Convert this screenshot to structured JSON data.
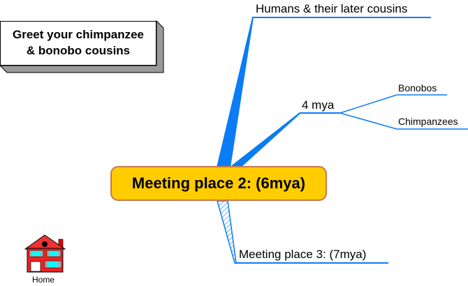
{
  "title_box": {
    "line1": "Greet your chimpanzee",
    "line2": "& bonobo cousins"
  },
  "central_node": {
    "label": "Meeting place 2: (6mya)"
  },
  "branches": {
    "humans": "Humans & their later cousins",
    "four_mya": "4 mya",
    "bonobos": "Bonobos",
    "chimpanzees": "Chimpanzees",
    "meeting_place_3": "Meeting place 3: (7mya)"
  },
  "home": {
    "label": "Home",
    "icon": "house-icon"
  },
  "colors": {
    "branch": "#0a7cf5",
    "central_fill": "#ffcc00",
    "central_border": "#c87850"
  }
}
